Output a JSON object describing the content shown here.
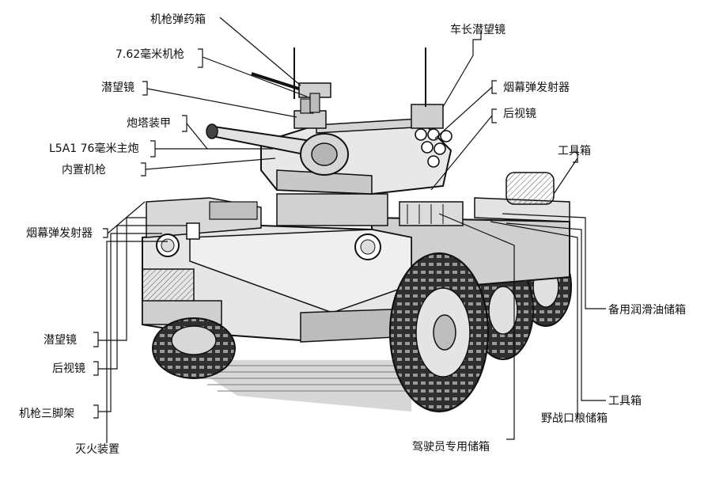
{
  "labels": {
    "mg_ammo_box": "机枪弹药箱",
    "mg_762": "7.62毫米机枪",
    "periscope_top": "潜望镜",
    "turret_armor": "炮塔装甲",
    "main_gun": "L5A1 76毫米主炮",
    "coaxial_mg": "内置机枪",
    "smoke_left": "烟幕弹发射器",
    "periscope_low": "潜望镜",
    "mirror_left": "后视镜",
    "mg_tripod": "机枪三脚架",
    "extinguisher": "灭火装置",
    "cmd_periscope": "车长潜望镜",
    "smoke_right": "烟幕弹发射器",
    "mirror_right": "后视镜",
    "toolbox_top": "工具箱",
    "lube_storage": "备用润滑油储箱",
    "toolbox_low": "工具箱",
    "ration_storage": "野战口粮储箱",
    "driver_storage": "驾驶员专用储箱"
  },
  "colors": {
    "ink": "#111111",
    "paper": "#ffffff",
    "metal": "#d9d9d9",
    "shade": "#8a8a8a",
    "tire": "#3c3c3c"
  }
}
